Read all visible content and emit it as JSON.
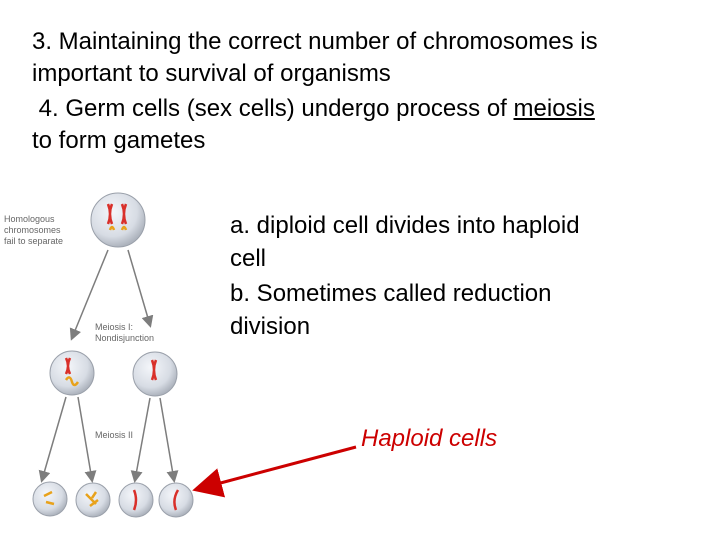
{
  "point3": {
    "line1": "3. Maintaining the correct number of chromosomes is",
    "line2": "important to survival of organisms"
  },
  "point4": {
    "line1_prefix": " 4. Germ cells (sex cells) undergo process of ",
    "line1_term": "meiosis",
    "line2": "to form gametes"
  },
  "subpoints": {
    "a_line1": "a. diploid cell divides into haploid",
    "a_line2": "cell",
    "b_line1": "b. Sometimes called reduction",
    "b_line2": "division"
  },
  "diagram": {
    "caption_homologous": [
      "Homologous",
      "chromosomes",
      "fail to separate"
    ],
    "caption_meiosis1": [
      "Meiosis I:",
      "Nondisjunction"
    ],
    "caption_meiosis2": "Meiosis II"
  },
  "annotation": {
    "label": "Haploid cells",
    "color": "#cc0000"
  }
}
